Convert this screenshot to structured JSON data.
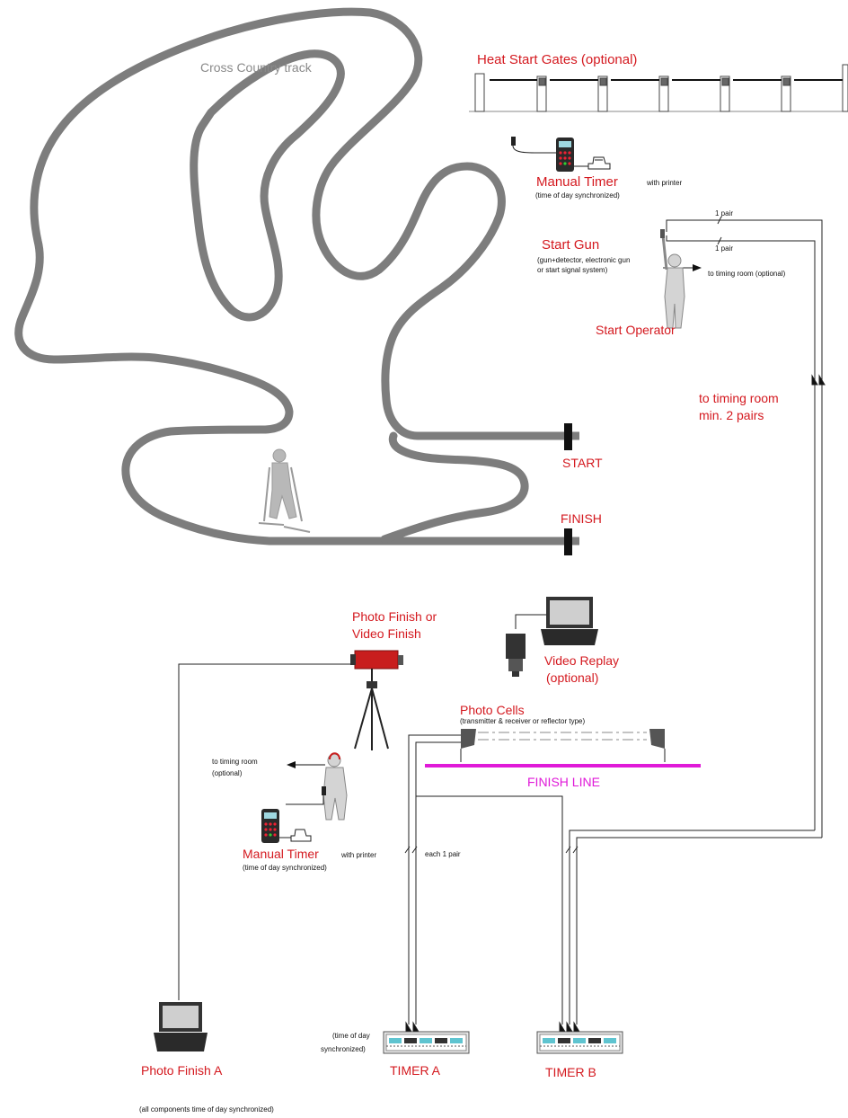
{
  "labels": {
    "track": "Cross Country track",
    "heat_gates": "Heat Start Gates (optional)",
    "manual_timer_top": "Manual Timer",
    "with_printer_top": "with printer",
    "tod_sync_top": "(time of day synchronized)",
    "pair_1": "1 pair",
    "pair_2": "1 pair",
    "start_gun": "Start Gun",
    "start_gun_desc_1": "(gun+detector, electronic gun",
    "start_gun_desc_2": "or start signal system)",
    "to_timing_room_opt_1": "to timing room (optional)",
    "start_operator": "Start Operator",
    "to_timing_room_main_1": "to timing room",
    "to_timing_room_main_2": "min. 2 pairs",
    "start": "START",
    "finish": "FINISH",
    "photo_finish_1": "Photo Finish or",
    "photo_finish_2": "Video Finish",
    "video_replay_1": "Video Replay",
    "video_replay_2": "(optional)",
    "photo_cells": "Photo Cells",
    "photo_cells_desc": "(transmitter & receiver or reflector type)",
    "finish_line": "FINISH LINE",
    "to_timing_room_opt_2a": "to timing room",
    "to_timing_room_opt_2b": "(optional)",
    "manual_timer_bottom": "Manual Timer",
    "with_printer_bottom": "with printer",
    "tod_sync_bottom": "(time of day synchronized)",
    "each_pair": "each 1 pair",
    "tod_a_1": "(time of day",
    "tod_a_2": "synchronized)",
    "photo_finish_a": "Photo Finish A",
    "timer_a": "TIMER A",
    "timer_b": "TIMER B",
    "footnote": "(all components time of day synchronized)"
  },
  "colors": {
    "label_red": "#d4191f",
    "track_grey": "#7d7d7d",
    "finish_line": "#e01ad8",
    "camera_red": "#c81e1e",
    "timer_cyan": "#5fc4d0"
  }
}
